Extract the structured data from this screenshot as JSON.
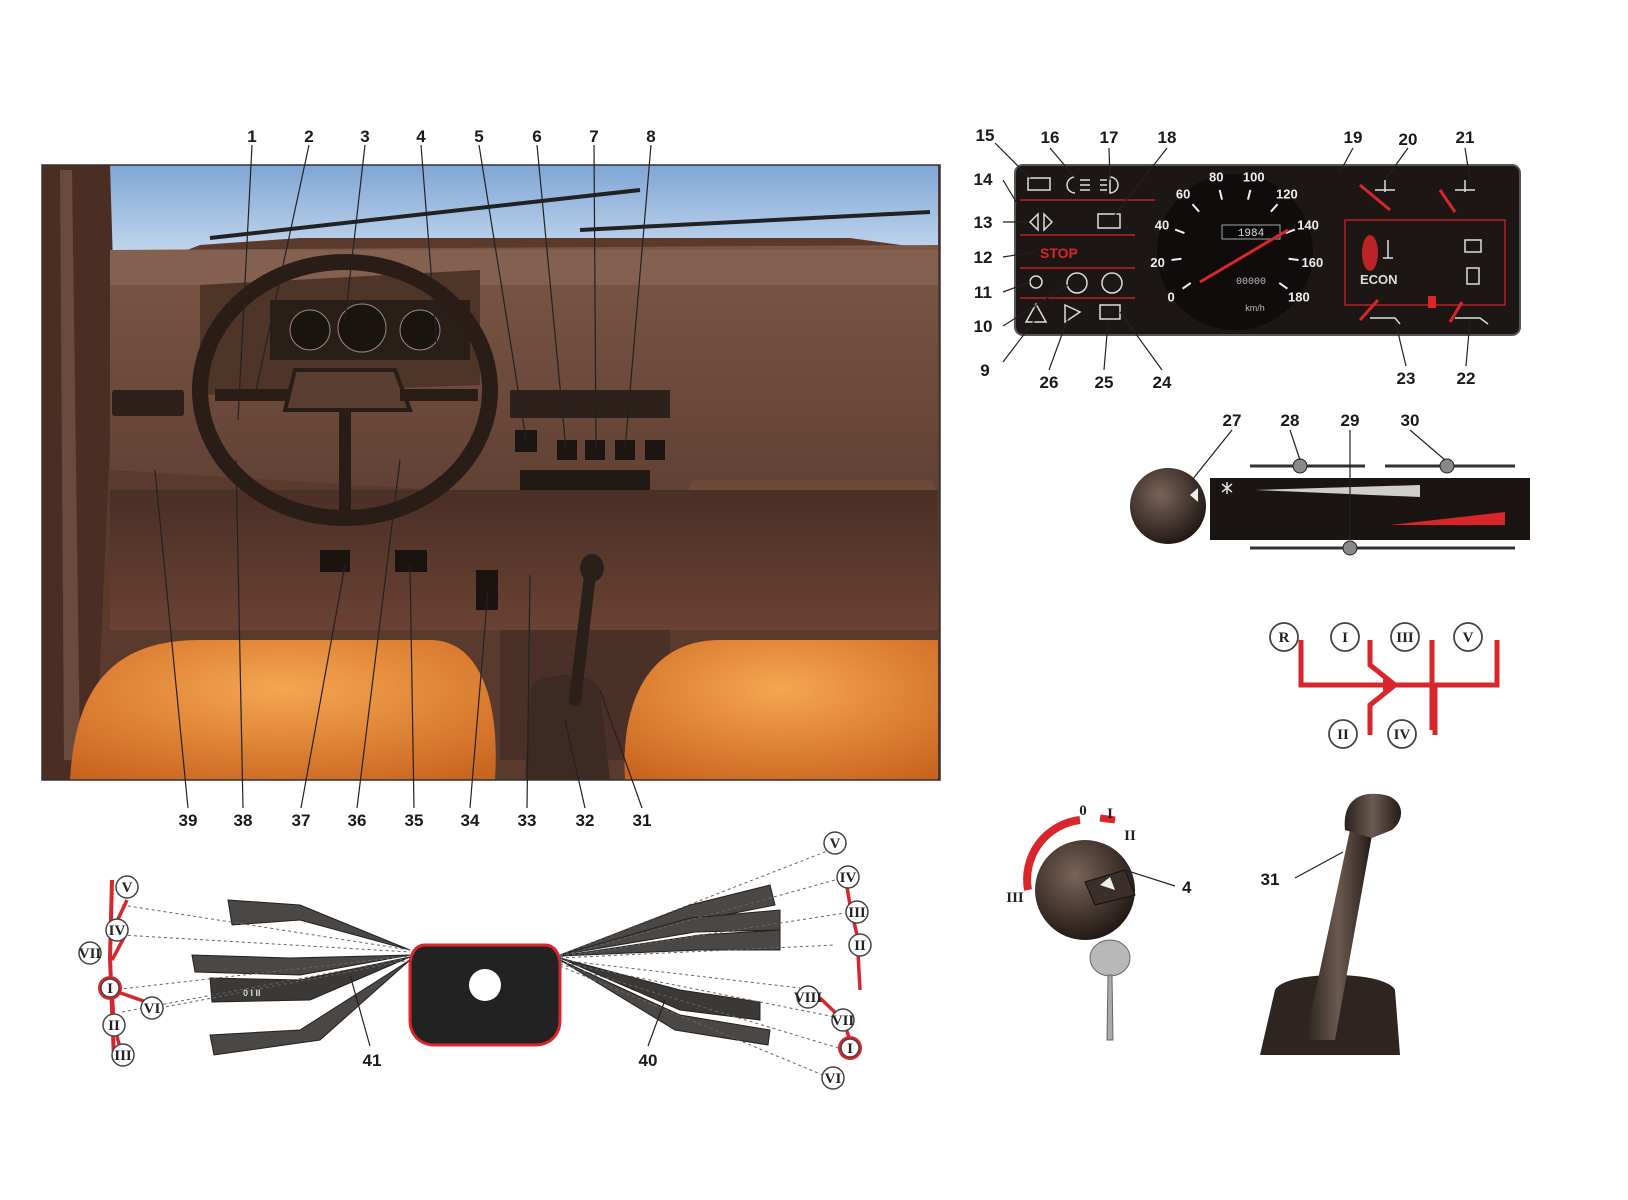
{
  "dashboard_labels": {
    "top": [
      "1",
      "2",
      "3",
      "4",
      "5",
      "6",
      "7",
      "8"
    ],
    "bottom": [
      "39",
      "38",
      "37",
      "36",
      "35",
      "34",
      "33",
      "32",
      "31"
    ]
  },
  "cluster_labels": {
    "left_side": [
      "15",
      "14",
      "13",
      "12",
      "11",
      "10",
      "9"
    ],
    "top": [
      "16",
      "17",
      "18",
      "19",
      "20",
      "21"
    ],
    "bottom": [
      "26",
      "25",
      "24",
      "23",
      "22"
    ]
  },
  "cluster_text": {
    "stop_lamp": "STOP",
    "econ": "ECON",
    "speed_unit": "km/h",
    "odometer": "1984",
    "trip": "00000",
    "speed_ticks": [
      "0",
      "20",
      "40",
      "60",
      "80",
      "100",
      "120",
      "140",
      "160",
      "180"
    ]
  },
  "heater_labels": [
    "27",
    "28",
    "29",
    "30"
  ],
  "gear_pattern": [
    "R",
    "I",
    "III",
    "V",
    "II",
    "IV"
  ],
  "ignition": {
    "part_label": "4",
    "positions": [
      "0",
      "I",
      "II",
      "III"
    ]
  },
  "gear_lever": {
    "part_label": "31"
  },
  "stalks": {
    "left_label": "41",
    "right_label": "40",
    "left_positions": [
      "V",
      "IV",
      "VII",
      "I",
      "VI",
      "II",
      "III"
    ],
    "right_positions": [
      "V",
      "IV",
      "III",
      "II",
      "VIII",
      "VII",
      "I",
      "VI"
    ]
  },
  "colors": {
    "accent_red": "#d8262a",
    "seat_orange": "#e8872e",
    "dash_brown": "#6d4a3b",
    "cluster_black": "#1c1715"
  }
}
